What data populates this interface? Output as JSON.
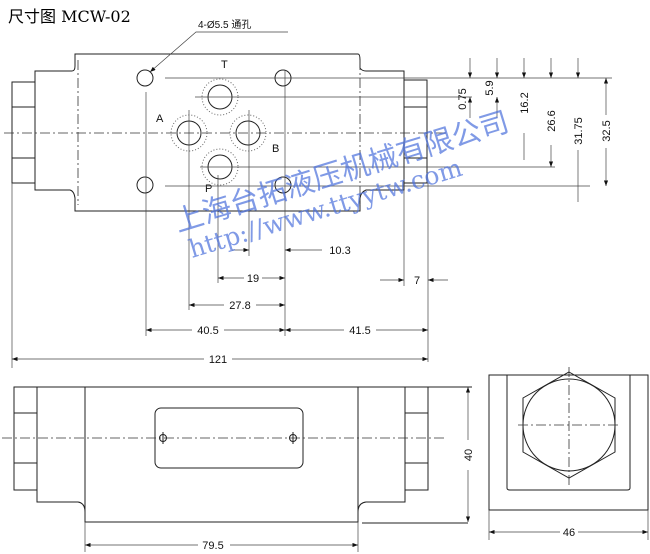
{
  "title": "尺寸图 MCW-02",
  "note": "4-Ø5.5 通孔",
  "ports": {
    "T": "T",
    "A": "A",
    "B": "B",
    "P": "P"
  },
  "dims_vertical": [
    "0.75",
    "5.9",
    "16.2",
    "26.6",
    "31.75",
    "32.5"
  ],
  "dims_horizontal": {
    "d10_3": "10.3",
    "d19": "19",
    "d7": "7",
    "d27_8": "27.8",
    "d40_5": "40.5",
    "d41_5": "41.5",
    "d121": "121"
  },
  "front_view": {
    "height": "40",
    "width": "79.5"
  },
  "side_view": {
    "width": "46"
  },
  "watermark": {
    "company": "上海台拓液压机械有限公司",
    "url": "http://www.ttyytw.com"
  }
}
